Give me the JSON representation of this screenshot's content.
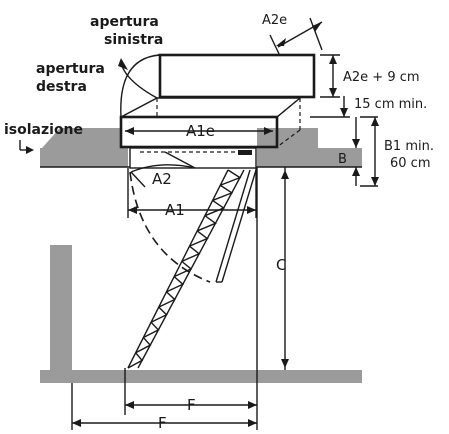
{
  "labels": {
    "opening_left": [
      "apertura",
      "sinistra"
    ],
    "opening_right": [
      "apertura",
      "destra"
    ],
    "insulation": "isolazione",
    "a2e": "A2e",
    "a2e_plus": "A2e + 9 cm",
    "min15": "15 cm min.",
    "b1": [
      "B1 min.",
      "60 cm"
    ],
    "b": "B",
    "a1e": "A1e",
    "a2": "A2",
    "a1": "A1",
    "c": "C",
    "f_inner": "F",
    "f_outer": "F"
  },
  "colors": {
    "floor": "#9b9b9b",
    "box_fill": "#ffffff",
    "line": "#1a1a1a"
  }
}
